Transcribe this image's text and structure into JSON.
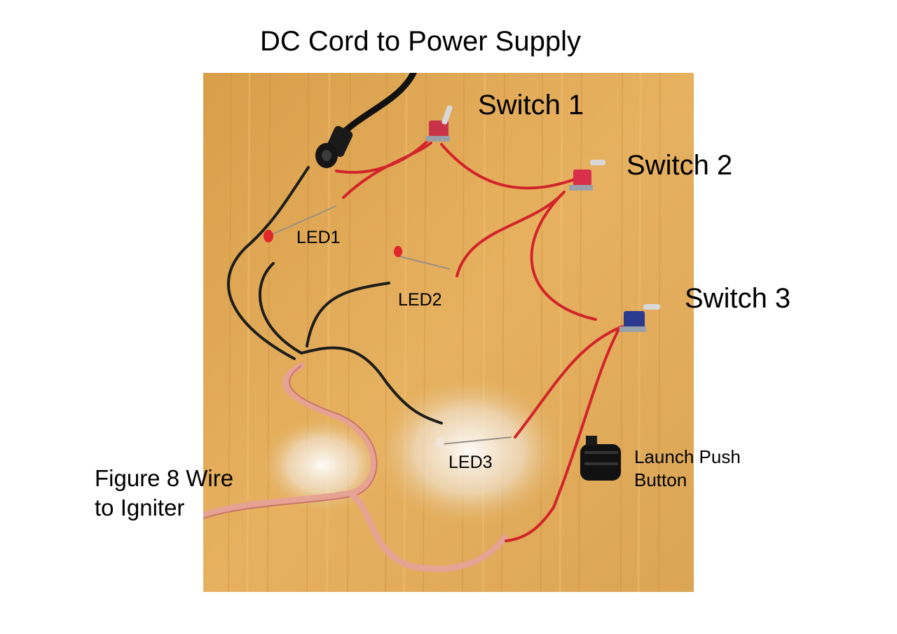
{
  "labels": {
    "dc_cord": "DC Cord to Power Supply",
    "switch1": "Switch 1",
    "switch2": "Switch 2",
    "switch3": "Switch 3",
    "led1": "LED1",
    "led2": "LED2",
    "led3": "LED3",
    "figure8_line1": "Figure 8 Wire",
    "figure8_line2": "to Igniter",
    "push_line1": "Launch Push",
    "push_line2": "Button"
  },
  "colors": {
    "wood": "#e3ad55",
    "wood_grain": "#c98f3a",
    "red_wire": "#d2242a",
    "black_wire": "#1d1d1b",
    "figure8_wire": "#e6a292",
    "switch1_body": "#c8334a",
    "switch2_body": "#d8304a",
    "switch3_body": "#2c3a8e",
    "push_button": "#111111"
  }
}
